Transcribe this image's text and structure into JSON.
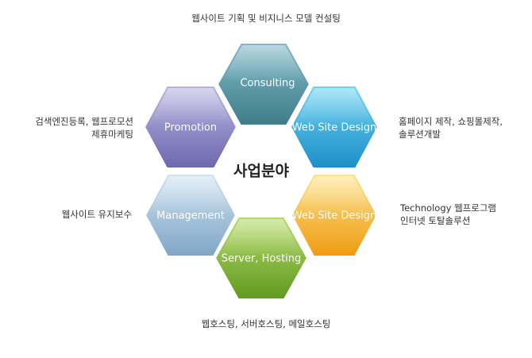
{
  "center": {
    "title": "사업분야"
  },
  "hexagons": {
    "consulting": {
      "label": "Consulting",
      "color_top": "#7fb9c7",
      "color_bottom": "#3f7d8a"
    },
    "web_design_1": {
      "label": "Web Site Design",
      "color_top": "#6fd3f2",
      "color_bottom": "#1c8ec8"
    },
    "web_design_2": {
      "label": "Web Site Design",
      "color_top": "#fde38a",
      "color_bottom": "#ef9b12"
    },
    "hosting": {
      "label": "Server, Hosting",
      "color_top": "#b6dc6a",
      "color_bottom": "#5f9a1f"
    },
    "management": {
      "label": "Management",
      "color_top": "#cfe2f0",
      "color_bottom": "#7fa6c6"
    },
    "promotion": {
      "label": "Promotion",
      "color_top": "#b7b4e2",
      "color_bottom": "#6d68ad"
    }
  },
  "descriptions": {
    "consulting": [
      "웹사이트 기획 및 비지니스 모델 컨설팅"
    ],
    "promotion": [
      "검색엔진등록, 웹프로모션",
      "제휴마케팅"
    ],
    "web_design_1": [
      "홈페이지 제작, 쇼핑몰제작,",
      "솔루션개발"
    ],
    "management": [
      "웹사이트 유지보수"
    ],
    "web_design_2": [
      "Technology 웹프로그램",
      "인터넷 토탈솔루션"
    ],
    "hosting": [
      "웹호스팅, 서버호스팅, 메일호스팅"
    ]
  }
}
